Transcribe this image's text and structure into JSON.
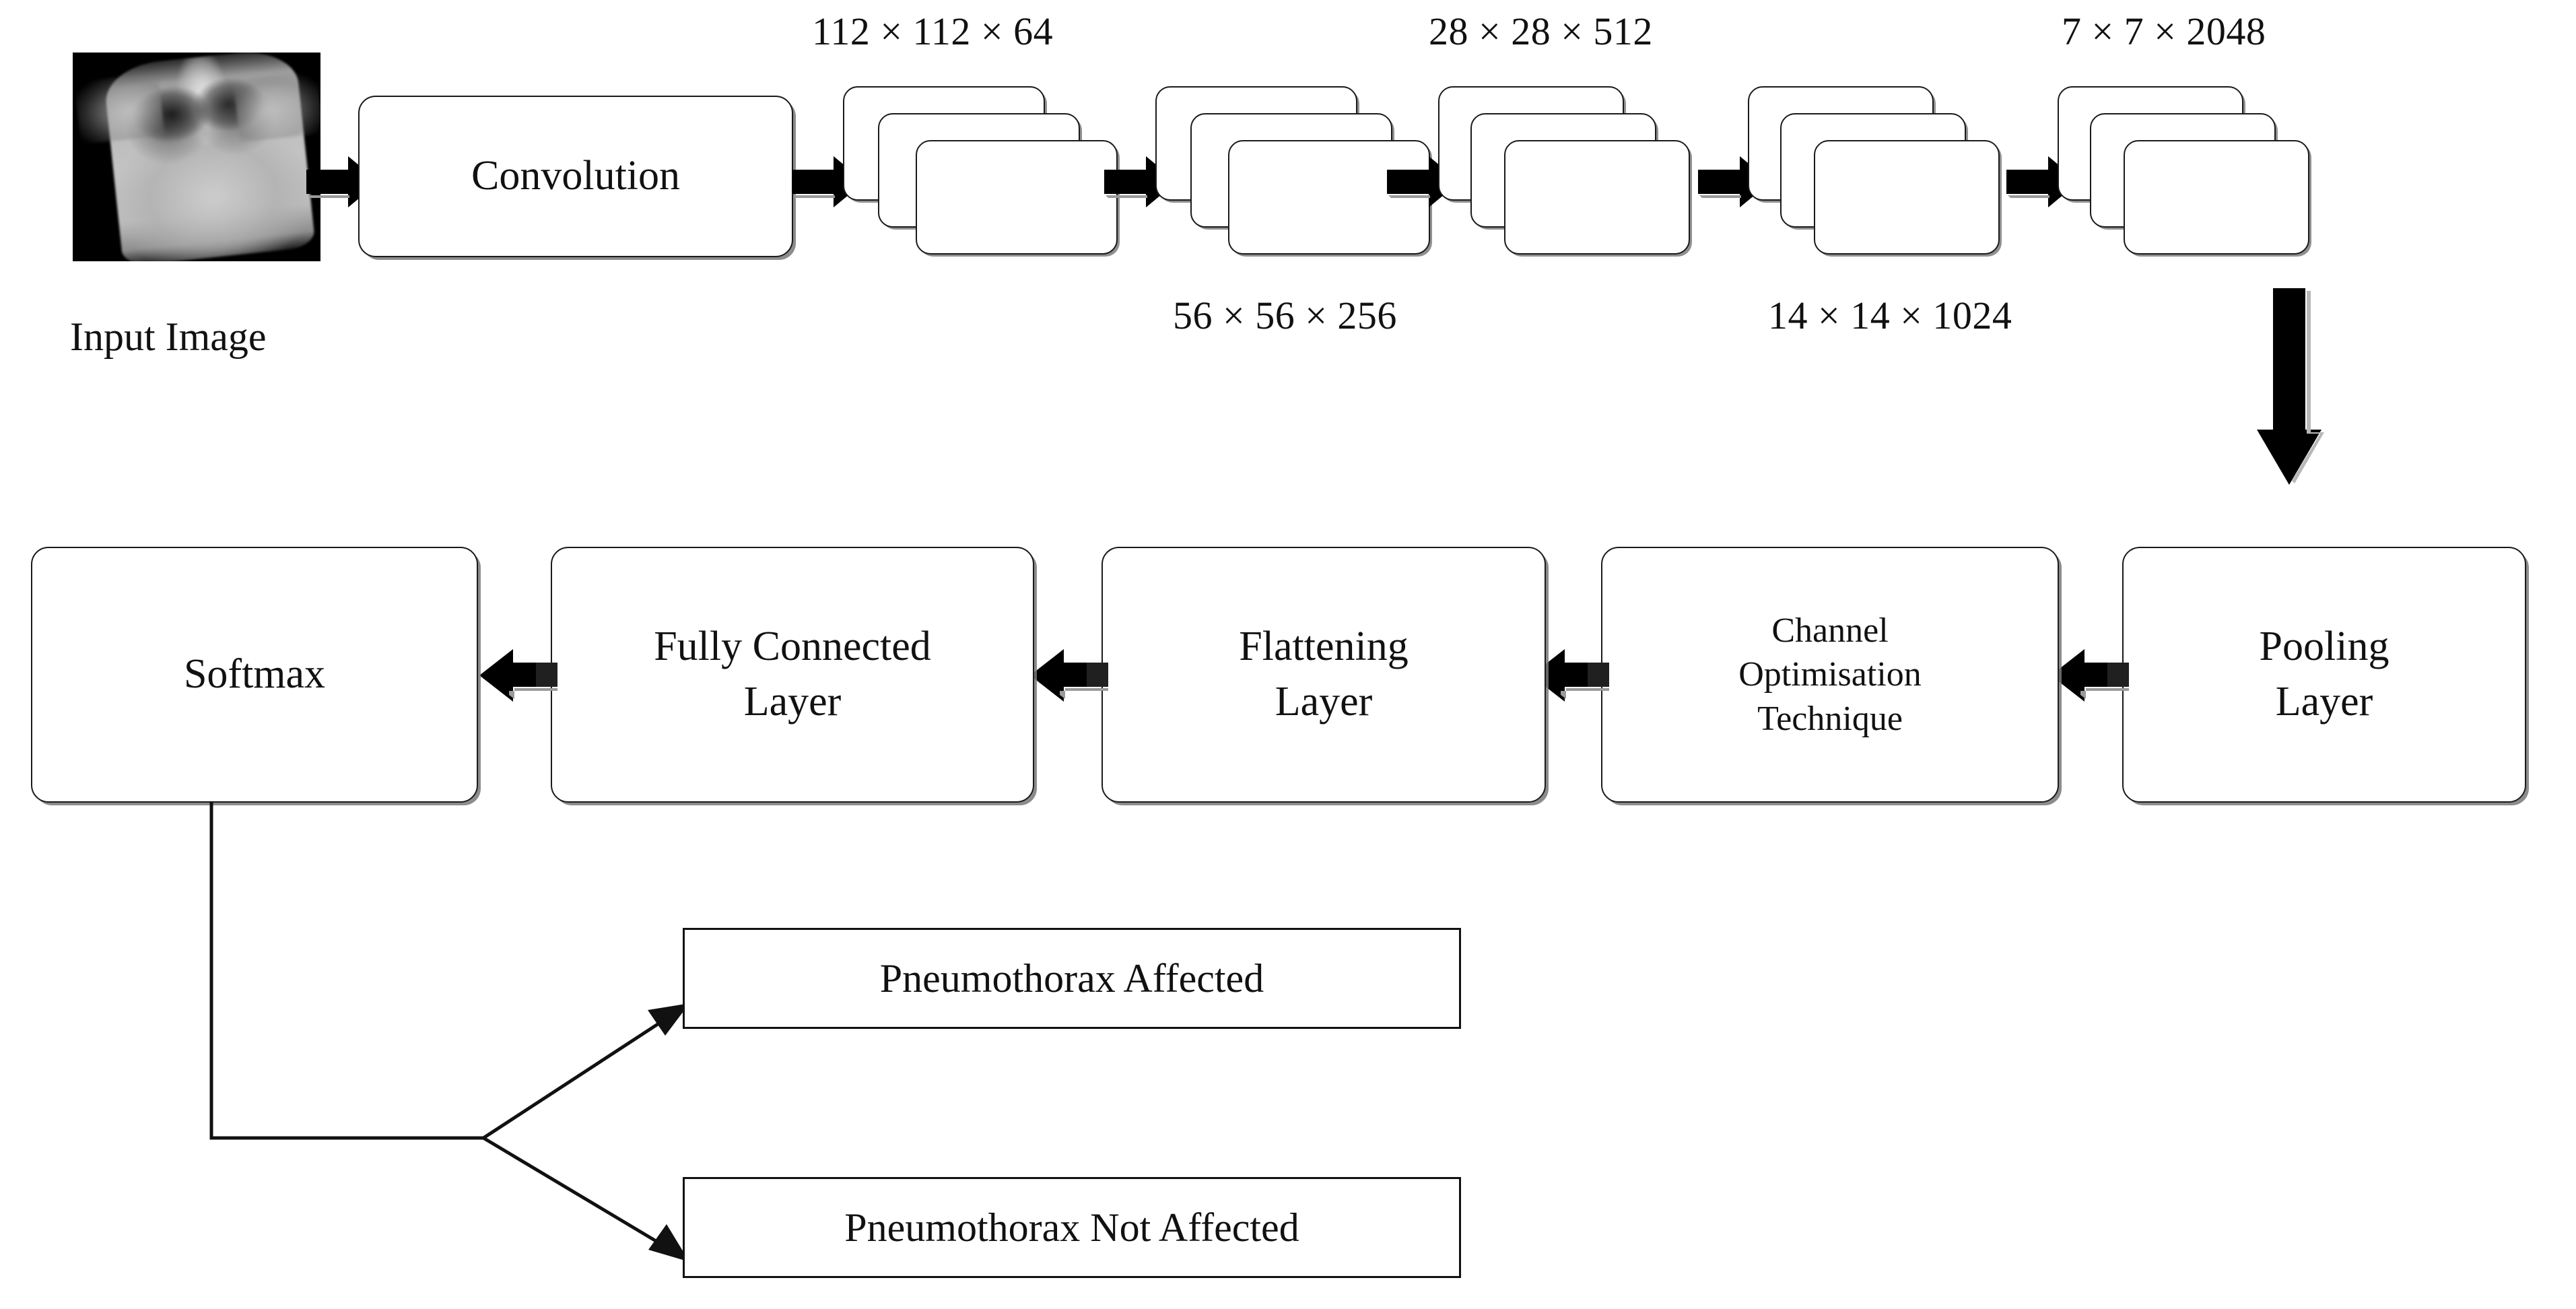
{
  "diagram": {
    "title": "CNN pneumothorax classification pipeline",
    "input": {
      "caption": "Input Image",
      "icon": "chest-xray-image"
    },
    "row1": {
      "conv_box": "Convolution",
      "stack_labels_top": [
        "112 × 112 × 64",
        "28 × 28 × 512",
        "7 × 7 × 2048"
      ],
      "stack_labels_bottom": [
        "56 × 56 × 256",
        "14 × 14 × 1024"
      ],
      "stages": [
        {
          "id": "stage-1",
          "label": "112 × 112 × 64",
          "position": "above"
        },
        {
          "id": "stage-2",
          "label": "56 × 56 × 256",
          "position": "below"
        },
        {
          "id": "stage-3",
          "label": "28 × 28 × 512",
          "position": "above"
        },
        {
          "id": "stage-4",
          "label": "14 × 14 × 1024",
          "position": "below"
        },
        {
          "id": "stage-5",
          "label": "7 × 7 × 2048",
          "position": "above"
        }
      ]
    },
    "row2": {
      "boxes": [
        {
          "id": "softmax",
          "label": "Softmax"
        },
        {
          "id": "fully-connected",
          "label": "Fully Connected\nLayer"
        },
        {
          "id": "flattening",
          "label": "Flattening\nLayer"
        },
        {
          "id": "channel-opt",
          "label": "Channel\nOptimisation\nTechnique"
        },
        {
          "id": "pooling",
          "label": "Pooling\nLayer"
        }
      ]
    },
    "outputs": [
      {
        "id": "affected",
        "label": "Pneumothorax Affected"
      },
      {
        "id": "not-affected",
        "label": "Pneumothorax Not Affected"
      }
    ],
    "colors": {
      "stroke": "#1a1a1a",
      "fill": "#ffffff",
      "shadow": "#808080",
      "arrow": "#000000",
      "background": "#ffffff"
    }
  }
}
